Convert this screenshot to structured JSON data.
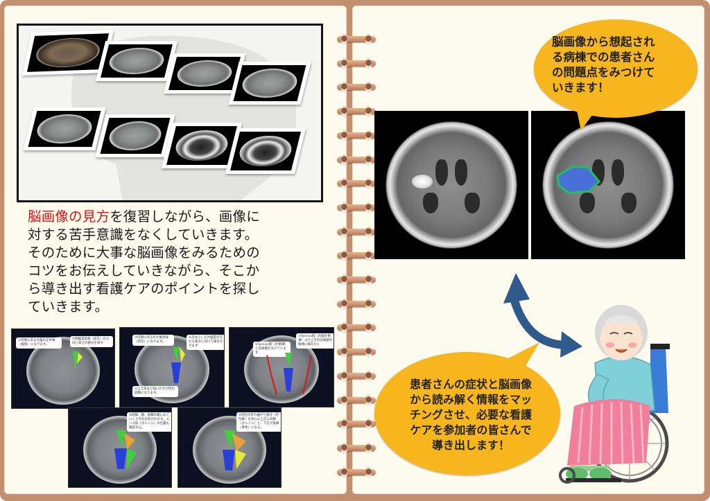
{
  "intro": {
    "highlight": "脳画像の見方",
    "text_line1": "を復習しながら、画像に",
    "text_line2": "対する苦手意識をなくしていきます。",
    "text_line3": "そのために大事な脳画像をみるための",
    "text_line4": "コツをお伝えしていきながら、そこか",
    "text_line5": "ら導き出す看護ケアのポイントを探し",
    "text_line6": "ていきます。"
  },
  "bubble_top": {
    "line1": "脳画像から想起され",
    "line2": "る病棟での患者さん",
    "line3": "の問題点をみつけて",
    "line4": "いきます！"
  },
  "bubble_bottom": {
    "line1": "患者さんの症状と脳画像",
    "line2": "から読み解く情報をマッ",
    "line3": "チングさせ、必要な看護",
    "line4": "ケアを参加者の皆さんで",
    "line5": "導き出します！"
  },
  "slide_notes": {
    "s1a": "①内側にある大脳の正中線（縦裂）になります。",
    "s1b": "②側脳室前角（前方）から同じ高さの部分を探す",
    "s2a": "③内側にあるのが尾状核（内包）になります。",
    "s2b": "④次は少しだけ脳室の方から後方に向けて線を引きます",
    "s2c": "⑤上で先ほど描いたのが内包前脚になります。",
    "s3a": "⑥Sylvius裂（外側溝）と前頭葉を分けています",
    "s3b": "⑦Sylvius裂（大脳外側溝）より上方の前頭部の尾側に線を引く",
    "s4a": "⑧前脚、膝、後脚の順にみていくと内包の形がわかる。レンズ核（オレンジ）の位置も確認する。",
    "s5a": "⑨内包の折れ曲がり部分（内包膝）を中心に上方に前脚（オレンジ）と、下方が後脚（青色）になる。"
  },
  "colors": {
    "cover": "#c2906e",
    "page": "#fdfbee",
    "bubble": "#f7b51e",
    "highlight": "#e01010",
    "arrow": "#2f5a8c",
    "lesion_outline": "#22c05a",
    "lesion_fill": "#4a6fd8"
  },
  "icons": {
    "rings": "notebook-ring-icon",
    "arrow": "double-arrow-icon",
    "patient": "elderly-patient-wheelchair-illustration"
  }
}
